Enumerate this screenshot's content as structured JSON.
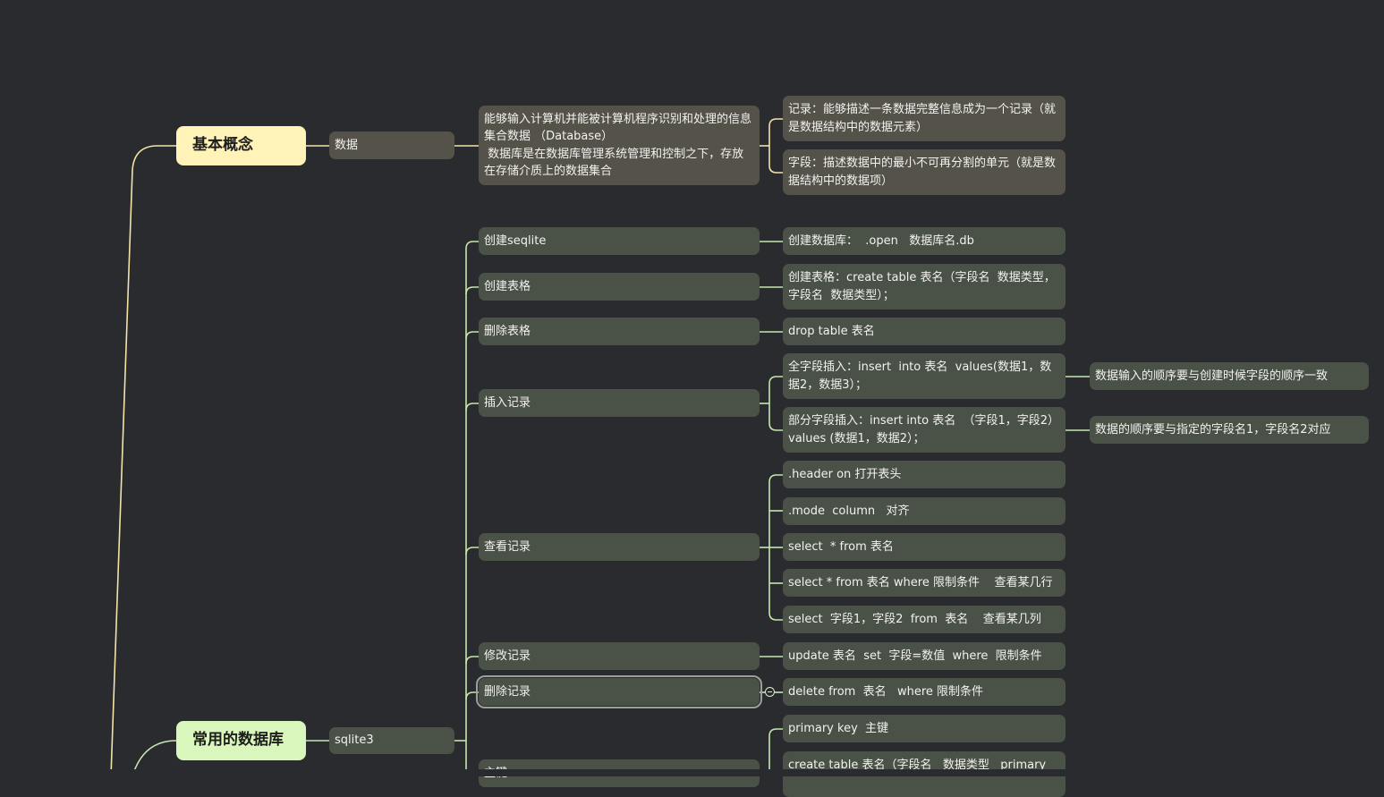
{
  "colors": {
    "background": "#2a2b2f",
    "main_yellow": "#fff3b8",
    "main_green": "#d9f7bd",
    "branch_yellow": "#f4e3a6",
    "branch_green": "#c5e8ad",
    "node_yellow": "#55524a",
    "node_green": "#4a5248"
  },
  "nodes": {
    "basic_concept": "基本概念",
    "data": "数据",
    "data_def": "能够输入计算机并能被计算机程序识别和处理的信息集合数据 （Database）\n 数据库是在数据库管理系统管理和控制之下，存放在存储介质上的数据集合",
    "record": "记录：能够描述一条数据完整信息成为一个记录（就是数据结构中的数据元素）",
    "field": "字段：描述数据中的最小不可再分割的单元（就是数据结构中的数据项）",
    "common_db": "常用的数据库",
    "sqlite3": "sqlite3",
    "create_sqlite": "创建seqlite",
    "create_db": "创建数据库：  .open   数据库名.db",
    "create_table": "创建表格",
    "create_table_cmd": "创建表格：create table 表名（字段名  数据类型，字段名  数据类型）；",
    "drop_table": "删除表格",
    "drop_table_cmd": "drop table 表名",
    "insert": "插入记录",
    "insert_all": "全字段插入：insert  into 表名  values(数据1，数据2，数据3）；",
    "insert_all_note": "数据输入的顺序要与创建时候字段的顺序一致",
    "insert_part": "部分字段插入：insert into 表名  （字段1，字段2）  values (数据1，数据2）；",
    "insert_part_note": "数据的顺序要与指定的字段名1，字段名2对应",
    "query": "查看记录",
    "header_on": ".header on 打开表头",
    "mode_column": ".mode  column   对齐",
    "select_all": "select  * from 表名",
    "select_where": "select * from 表名 where 限制条件    查看某几行",
    "select_fields": "select  字段1，字段2  from  表名    查看某几列",
    "update": "修改记录",
    "update_cmd": "update 表名  set  字段=数值  where  限制条件",
    "delete": "删除记录",
    "delete_cmd": "delete from  表名   where 限制条件",
    "primary_key": "primary key  主键",
    "primary_key_cmd": "create table 表名（字段名   数据类型   primary",
    "key_partial": "主键"
  }
}
